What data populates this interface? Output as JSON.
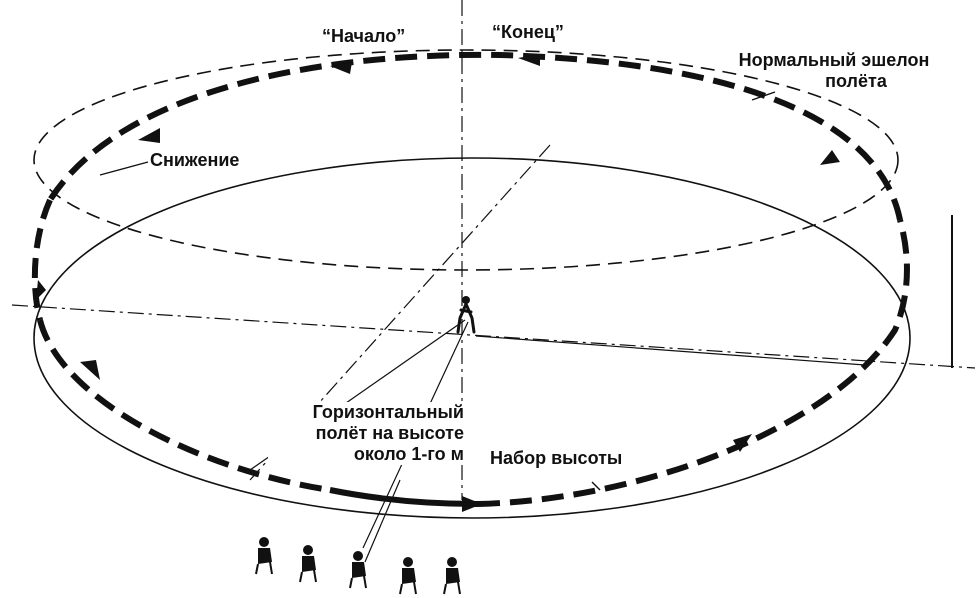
{
  "labels": {
    "start": "“Начало”",
    "end": "“Конец”",
    "cruise_line1": "Нормальный эшелон",
    "cruise_line2": "полёта",
    "descent": "Снижение",
    "level_line1": "Горизонтальный",
    "level_line2": "полёт на высоте",
    "level_line3": "около 1-го м",
    "climb": "Набор высоты"
  },
  "colors": {
    "ink": "#111111",
    "background": "#ffffff"
  },
  "icons": {
    "pilot": "person-icon",
    "observers": "seated-people-icon"
  }
}
